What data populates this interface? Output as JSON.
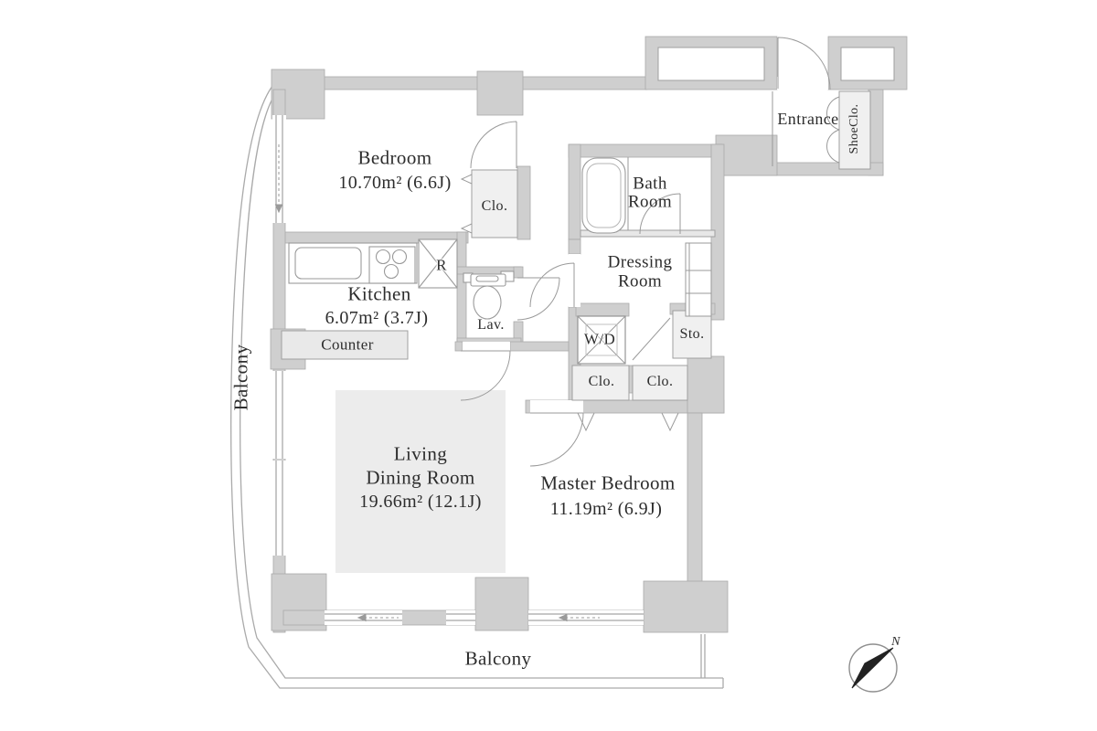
{
  "floorplan": {
    "colors": {
      "wall": "#cfcfcf",
      "outline": "#9a9a9a",
      "living_floor": "#ececec",
      "closet_fill": "#f0f0f0",
      "text": "#2d2d2d"
    },
    "rooms": {
      "bedroom": {
        "name": "Bedroom",
        "area": "10.70m² (6.6J)"
      },
      "kitchen": {
        "name": "Kitchen",
        "area": "6.07m² (3.7J)"
      },
      "living_dining": {
        "line1": "Living",
        "line2": "Dining Room",
        "area": "19.66m² (12.1J)"
      },
      "master_bedroom": {
        "name": "Master Bedroom",
        "area": "11.19m² (6.9J)"
      },
      "bath": {
        "line1": "Bath",
        "line2": "Room"
      },
      "dressing": {
        "line1": "Dressing",
        "line2": "Room"
      },
      "entrance": {
        "name": "Entrance"
      },
      "lavatory": {
        "name": "Lav."
      }
    },
    "storage": {
      "bedroom_closet": "Clo.",
      "hall_closet_left": "Clo.",
      "hall_closet_right": "Clo.",
      "shoe_closet": "ShoeClo.",
      "storage_room": "Sto."
    },
    "equipment": {
      "washer_dryer": "W/D",
      "refrigerator": "R",
      "counter": "Counter"
    },
    "balcony": {
      "left": "Balcony",
      "bottom": "Balcony"
    },
    "compass": {
      "north": "N"
    }
  }
}
